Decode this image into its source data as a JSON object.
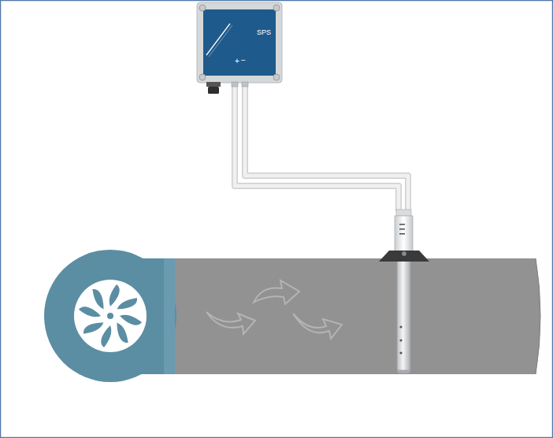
{
  "diagram": {
    "nodes": [
      {
        "text": [
          "SPS"
        ]
      }
    ],
    "labels": [
      "+",
      "−"
    ]
  }
}
